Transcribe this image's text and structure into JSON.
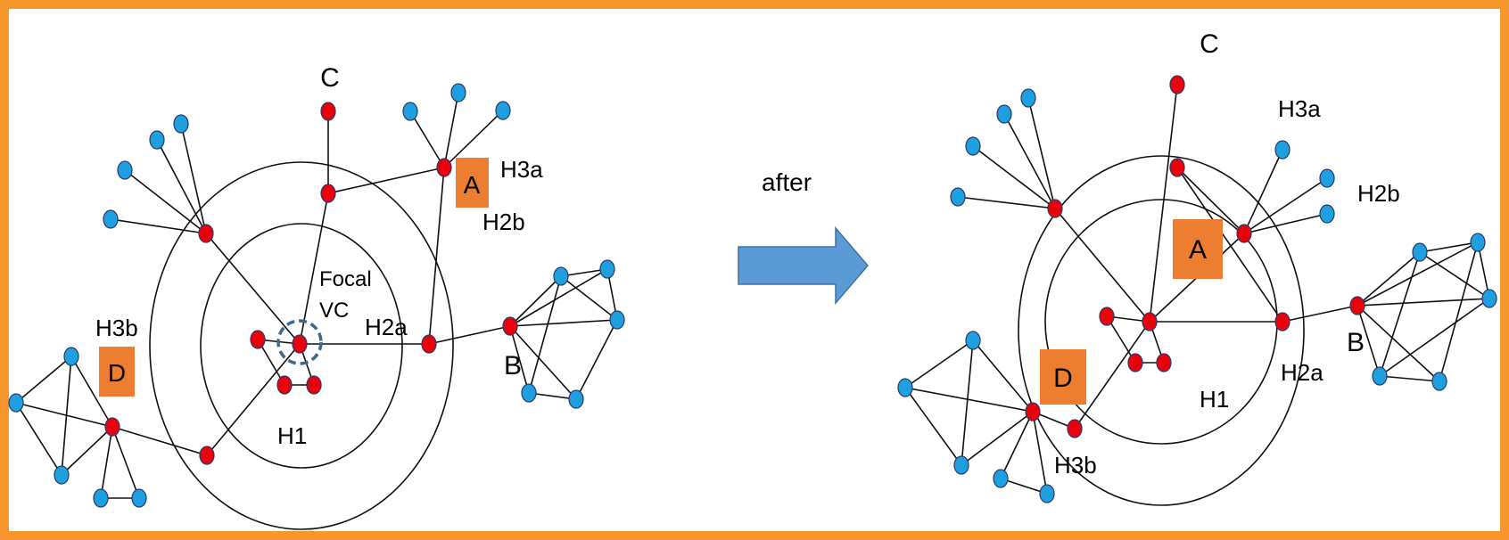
{
  "colors": {
    "border": "#F7962D",
    "node_red": "#E8000B",
    "node_blue": "#1E9FE0",
    "node_stroke": "#2B3A67",
    "orange_box": "#ED7D31",
    "arrow_fill": "#5B9BD5",
    "arrow_stroke": "#41719C",
    "focal_ring": "#3E6A8C"
  },
  "diagram": {
    "arrow_label": "after",
    "left": {
      "labels": {
        "C": "C",
        "H3a": "H3a",
        "H2b": "H2b",
        "focal_line1": "Focal",
        "focal_line2": "VC",
        "H2a": "H2a",
        "H3b": "H3b",
        "B": "B",
        "H1": "H1"
      },
      "boxes": {
        "A": "A",
        "D": "D"
      }
    },
    "right": {
      "labels": {
        "C": "C",
        "H3a": "H3a",
        "H2b": "H2b",
        "B": "B",
        "H2a": "H2a",
        "H1": "H1",
        "H3b": "H3b"
      },
      "boxes": {
        "A": "A",
        "D": "D"
      }
    }
  }
}
